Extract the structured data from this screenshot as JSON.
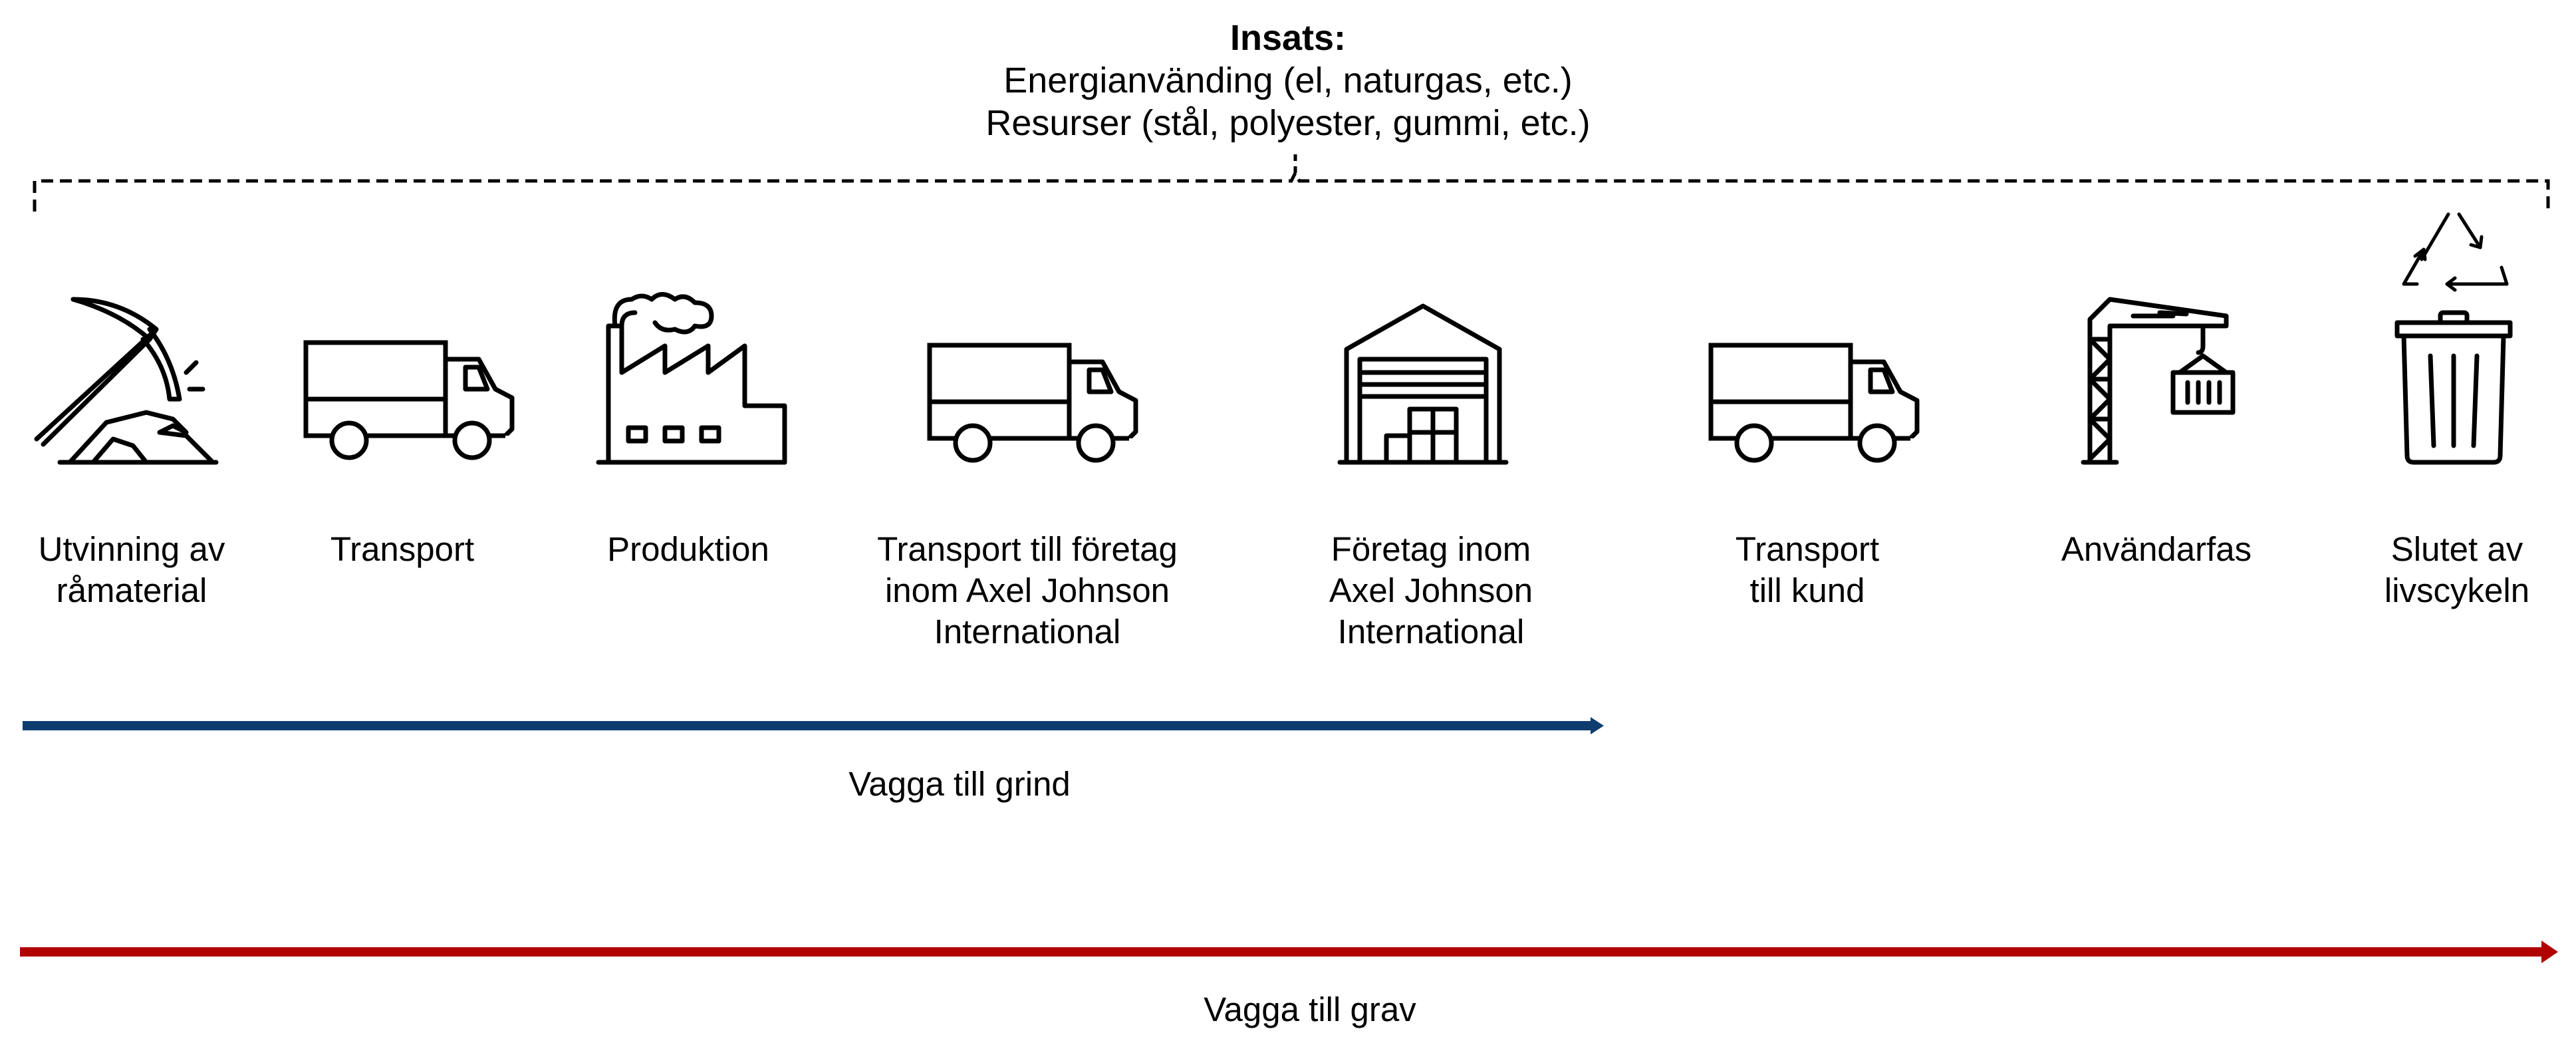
{
  "header": {
    "title": "Insats:",
    "line1": "Energianvänding (el, naturgas, etc.)",
    "line2": "Resurser (stål, polyester, gummi, etc.)"
  },
  "stages": [
    {
      "label": "Utvinning av\nråmaterial",
      "icon": "pickaxe-icon"
    },
    {
      "label": "Transport",
      "icon": "truck-icon"
    },
    {
      "label": "Produktion",
      "icon": "factory-icon"
    },
    {
      "label": "Transport till företag\ninom Axel Johnson\nInternational",
      "icon": "truck-icon"
    },
    {
      "label": "Företag inom\nAxel Johnson\nInternational",
      "icon": "warehouse-icon"
    },
    {
      "label": "Transport\ntill kund",
      "icon": "truck-icon"
    },
    {
      "label": "Användarfas",
      "icon": "crane-icon"
    },
    {
      "label": "Slutet av\nlivscykeln",
      "icon": "recycle-bin-icon"
    }
  ],
  "ranges": [
    {
      "label": "Vagga till grind",
      "color": "#0f3c6e"
    },
    {
      "label": "Vagga till grav",
      "color": "#b00000"
    }
  ]
}
